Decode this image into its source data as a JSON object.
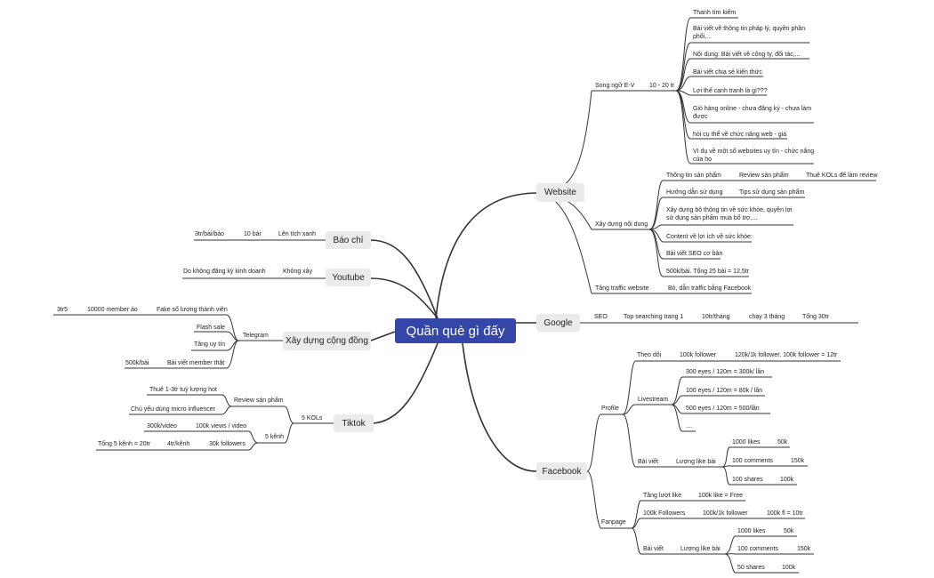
{
  "root": "Quần què gì đấy",
  "branches": {
    "website": "Website",
    "google": "Google",
    "facebook": "Facebook",
    "baochi": "Báo chí",
    "youtube": "Youtube",
    "congdong": "Xây dựng cộng đồng",
    "tiktok": "Tiktok"
  },
  "website": {
    "song_ngu": "Song ngữ E-V",
    "price": "10 - 20 tr",
    "leaves": [
      "Thanh tìm kiếm",
      "Bài viết về thông tin pháp lý, quyền phân phối,...",
      "Nội dung: Bài viết về công ty, đối tác,...",
      "Bài viết chia sẻ kiến thức",
      "Lợi thế cạnh tranh là gì???",
      "Giỏ hàng online - chưa đăng ký - chưa làm được",
      "hỏi cụ thể về chức năng web - giá",
      "Ví dụ về một số websites uy tín - chức năng của họ"
    ],
    "xay_dung": "Xây dựng nội dung",
    "tt_sp": "Thông tin sản phẩm",
    "review_sp": "Review sản phẩm",
    "thue_kol": "Thuê KOLs để làm review",
    "huong_dan": "Hướng dẫn sử dụng",
    "tips": "Tips sử dụng sản phẩm",
    "bo_tt": "Xây dựng bộ thông tin về sức khỏe, quyền lợi sử dụng sản phẩm mua bổ trợ,...",
    "content": "Content về lợi ích về sức khỏe:",
    "seo": "Bài viết SEO cơ bản",
    "price25": "500k/bài. Tổng 25 bài = 12,5tr",
    "traffic": "Tăng traffic website",
    "traffic_fb": "Bỏ, dẫn traffic bằng Facebook"
  },
  "google": {
    "seo": "SEO",
    "top": "Top searching trang 1",
    "p1": "10tr/tháng",
    "p2": "chạy 3 tháng",
    "p3": "Tổng 30tr"
  },
  "facebook": {
    "profile": "Profile",
    "theo_doi": "Theo dõi",
    "f100k": "100k follower",
    "f120k": "120k/1k follower. 100k follower = 12tr",
    "livestream": "Livestream",
    "live": [
      "300 eyes / 120m = 300k/ lần",
      "100 eyes / 120m = 80k / lần",
      "500 eyes / 120m = 500/lần",
      "...."
    ],
    "bai_viet": "Bài viết",
    "luong_like": "Lượng like bài",
    "p_likes": "1000 likes",
    "p_likes_v": "50k",
    "p_comments": "100 comments",
    "p_comments_v": "150k",
    "p_shares": "100 shares",
    "p_shares_v": "100k",
    "fanpage": "Fanpage",
    "tang_like": "Tăng lượt like",
    "like_free": "100k like = Free",
    "followers": "100k Followers",
    "fl_price": "100k/1k follower",
    "fl_total": "100k fl = 10tr",
    "bai_viet2": "Bài viết",
    "luong_like2": "Lượng like bài",
    "f_likes": "1000 likes",
    "f_likes_v": "50k",
    "f_comments": "100 comments",
    "f_comments_v": "150k",
    "f_shares": "50 shares",
    "f_shares_v": "100k"
  },
  "baochi": {
    "price": "3tr/bài/báo",
    "count": "10 bài",
    "tick": "Lên tích xanh"
  },
  "youtube": {
    "reason": "Do không đăng ký kinh doanh",
    "no": "Không xây"
  },
  "congdong": {
    "telegram": "Telegram",
    "price": "3tr5",
    "member": "10000 member ảo",
    "fake": "Fake số lượng thành viên",
    "flash": "Flash sale",
    "uytin": "Tăng uy tín",
    "bv_price": "500k/bài",
    "bv": "Bài viết member thật"
  },
  "tiktok": {
    "kols5": "5 KOLs",
    "review": "Review sản phẩm",
    "thue": "Thuê 1-3tr tuỳ lượng hot",
    "micro": "Chủ yếu dùng micro influencer",
    "kenh5": "5 kênh",
    "video": "300k/video",
    "views": "100k views / video",
    "total": "Tổng 5 kênh = 20tr",
    "per": "4tr/kênh",
    "followers": "30k followers"
  }
}
